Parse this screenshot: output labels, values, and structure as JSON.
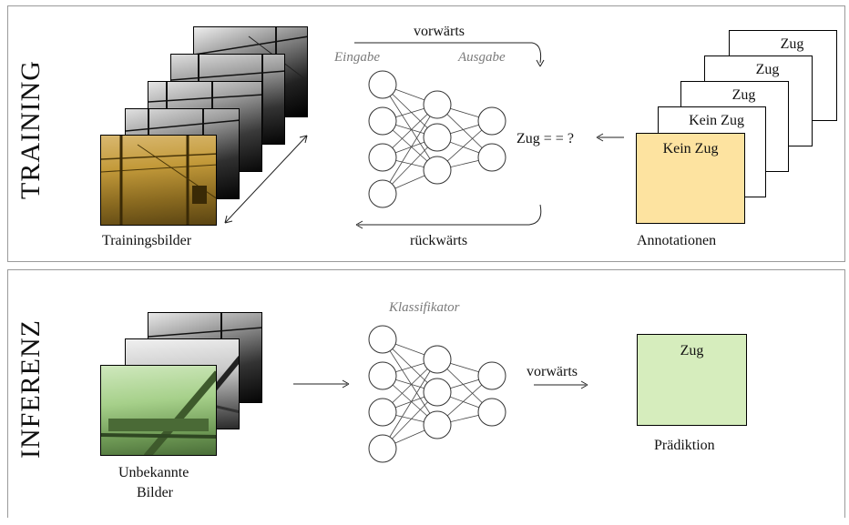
{
  "training": {
    "title": "TRAINING",
    "images_label": "Trainingsbilder",
    "forward_label": "vorwärts",
    "backward_label": "rückwärts",
    "input_label": "Eingabe",
    "output_label": "Ausgabe",
    "question": "Zug = = ?",
    "annotations_label": "Annotationen",
    "annotations": [
      "Zug",
      "Zug",
      "Zug",
      "Kein Zug",
      "Kein Zug"
    ]
  },
  "inference": {
    "title": "INFERENZ",
    "images_label_line1": "Unbekannte",
    "images_label_line2": "Bilder",
    "classifier_label": "Klassifikator",
    "forward_label": "vorwärts",
    "prediction_value": "Zug",
    "prediction_label": "Prädiktion"
  },
  "colors": {
    "training_tint": "#c8a040",
    "annotation_fill": "#fde3a0",
    "inference_tint": "#b5dc98",
    "prediction_fill": "#d6edbd",
    "muted_text": "#7a7a7a"
  }
}
